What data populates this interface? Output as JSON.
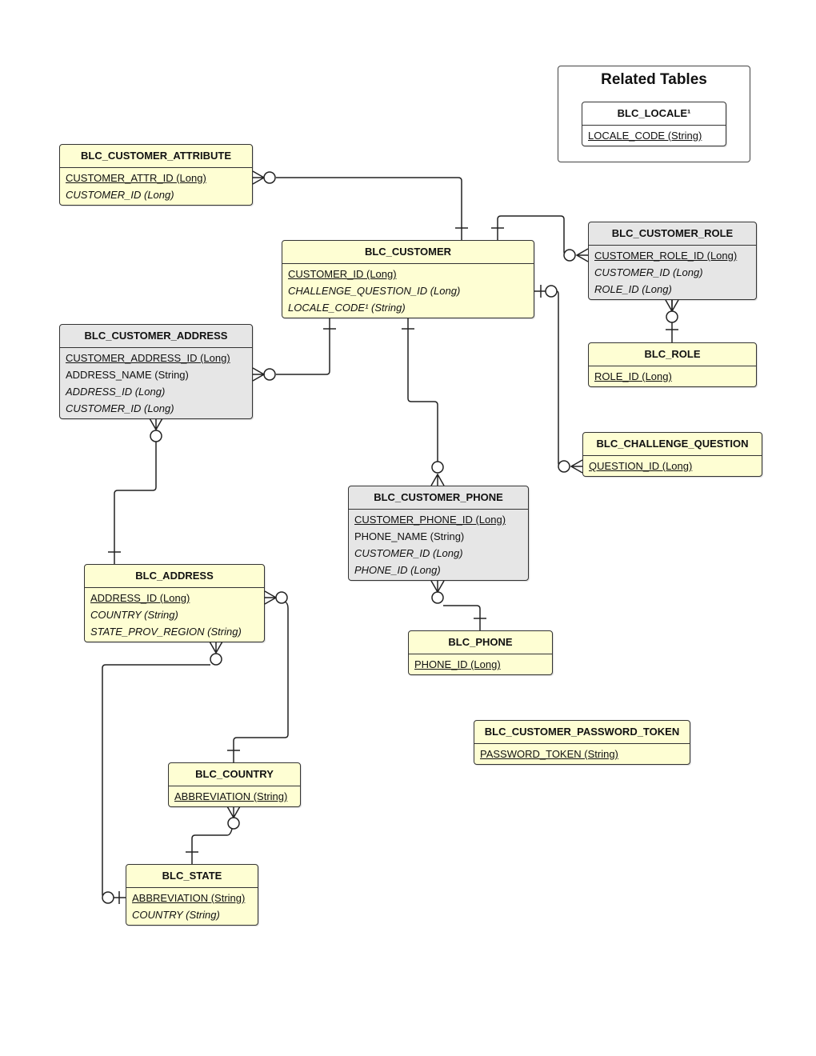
{
  "related": {
    "title": "Related Tables",
    "locale": {
      "name": "BLC_LOCALE¹",
      "field": "LOCALE_CODE (String)"
    }
  },
  "entities": {
    "customer_attribute": {
      "name": "BLC_CUSTOMER_ATTRIBUTE",
      "fields": [
        "CUSTOMER_ATTR_ID (Long)",
        "CUSTOMER_ID (Long)"
      ]
    },
    "customer": {
      "name": "BLC_CUSTOMER",
      "fields": [
        "CUSTOMER_ID (Long)",
        "CHALLENGE_QUESTION_ID (Long)",
        "LOCALE_CODE¹ (String)"
      ]
    },
    "customer_role": {
      "name": "BLC_CUSTOMER_ROLE",
      "fields": [
        "CUSTOMER_ROLE_ID (Long)",
        "CUSTOMER_ID (Long)",
        "ROLE_ID (Long)"
      ]
    },
    "role": {
      "name": "BLC_ROLE",
      "fields": [
        "ROLE_ID (Long)"
      ]
    },
    "customer_address": {
      "name": "BLC_CUSTOMER_ADDRESS",
      "fields": [
        "CUSTOMER_ADDRESS_ID (Long)",
        "ADDRESS_NAME (String)",
        "ADDRESS_ID (Long)",
        "CUSTOMER_ID (Long)"
      ]
    },
    "challenge_question": {
      "name": "BLC_CHALLENGE_QUESTION",
      "fields": [
        "QUESTION_ID (Long)"
      ]
    },
    "customer_phone": {
      "name": "BLC_CUSTOMER_PHONE",
      "fields": [
        "CUSTOMER_PHONE_ID (Long)",
        "PHONE_NAME (String)",
        "CUSTOMER_ID (Long)",
        "PHONE_ID (Long)"
      ]
    },
    "address": {
      "name": "BLC_ADDRESS",
      "fields": [
        "ADDRESS_ID (Long)",
        "COUNTRY (String)",
        "STATE_PROV_REGION (String)"
      ]
    },
    "phone": {
      "name": "BLC_PHONE",
      "fields": [
        "PHONE_ID (Long)"
      ]
    },
    "password_token": {
      "name": "BLC_CUSTOMER_PASSWORD_TOKEN",
      "fields": [
        "PASSWORD_TOKEN (String)"
      ]
    },
    "country": {
      "name": "BLC_COUNTRY",
      "fields": [
        "ABBREVIATION (String)"
      ]
    },
    "state": {
      "name": "BLC_STATE",
      "fields": [
        "ABBREVIATION (String)",
        "COUNTRY (String)"
      ]
    }
  },
  "colors": {
    "entity_yellow": "#fefed3",
    "entity_gray": "#e6e6e6",
    "line": "#222222"
  }
}
